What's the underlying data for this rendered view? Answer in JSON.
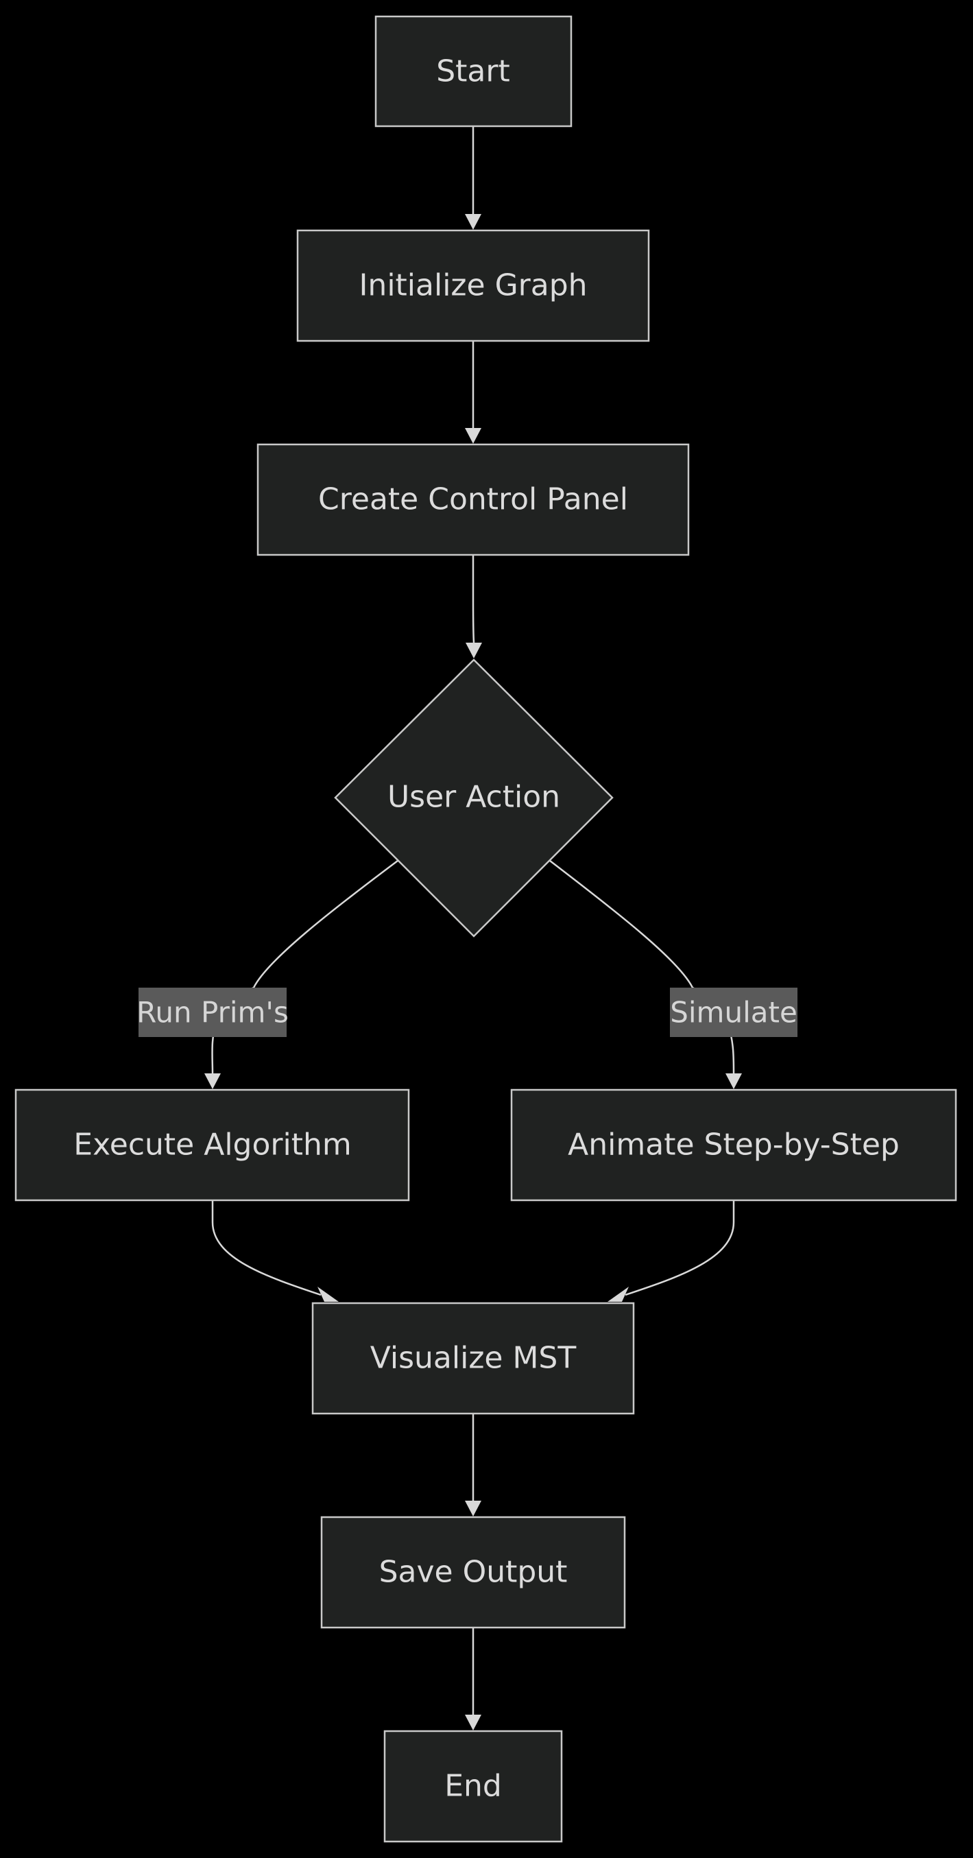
{
  "nodes": {
    "start": "Start",
    "init_graph": "Initialize Graph",
    "control_panel": "Create Control Panel",
    "user_action": "User Action",
    "execute": "Execute Algorithm",
    "animate": "Animate Step-by-Step",
    "visualize": "Visualize MST",
    "save": "Save Output",
    "end": "End"
  },
  "edge_labels": {
    "run_prims": "Run Prim's",
    "simulate": "Simulate"
  },
  "colors": {
    "background": "#000000",
    "node_fill": "#202221",
    "node_stroke": "#c9c9c9",
    "text": "#dcdcdc",
    "edge": "#d9d9d9",
    "label_bg": "#5a5a5a"
  }
}
